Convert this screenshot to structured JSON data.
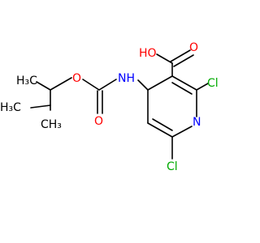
{
  "molecule": {
    "colors": {
      "bond": "#000000",
      "carbon": "#000000",
      "oxygen": "#ff0000",
      "nitrogen": "#0000ff",
      "chlorine": "#00aa00"
    },
    "labels": {
      "carboxyl_oh": "HO",
      "carboxyl_o": "O",
      "amide_nh": "NH",
      "ring_n": "N",
      "cl_2": "Cl",
      "cl_6": "Cl",
      "ester_o": "O",
      "carbonyl_o": "O",
      "ch3_a": "H₃C",
      "ch3_b": "H₃C",
      "ch3_c": "CH₃"
    }
  }
}
